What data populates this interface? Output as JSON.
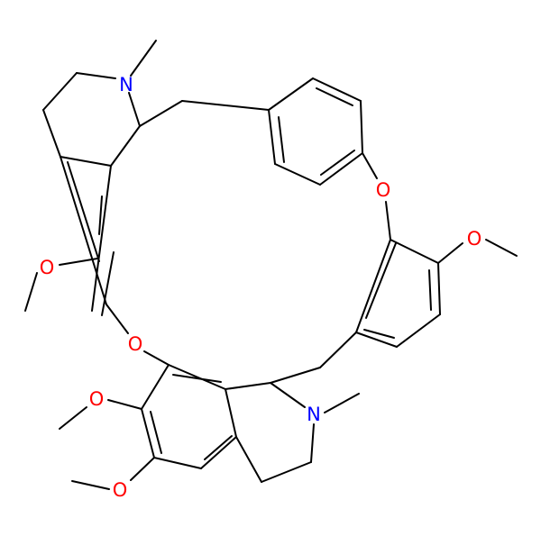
{
  "atoms": {
    "n1": "N",
    "n2": "N",
    "o1": "O",
    "o2": "O",
    "o3": "O",
    "o4": "O",
    "o5": "O",
    "o6": "O"
  },
  "colors": {
    "bond": "#000000",
    "nitrogen": "#0000ff",
    "oxygen": "#ff0000",
    "background": "#ffffff"
  }
}
